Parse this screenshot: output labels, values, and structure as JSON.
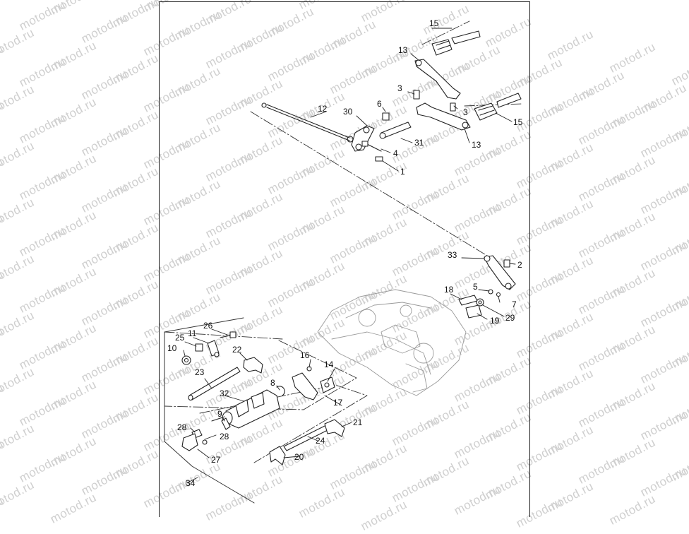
{
  "watermark": {
    "text": "motod.ru",
    "color": "#cfcfcf"
  },
  "frame": {
    "border_color": "#1b1b1b"
  },
  "callouts": [
    {
      "id": "c15a",
      "label": "15"
    },
    {
      "id": "c13a",
      "label": "13"
    },
    {
      "id": "c3a",
      "label": "3"
    },
    {
      "id": "c6",
      "label": "6"
    },
    {
      "id": "c12",
      "label": "12"
    },
    {
      "id": "c30",
      "label": "30"
    },
    {
      "id": "c3b",
      "label": "3"
    },
    {
      "id": "c15b",
      "label": "15"
    },
    {
      "id": "c31",
      "label": "31"
    },
    {
      "id": "c13b",
      "label": "13"
    },
    {
      "id": "c4",
      "label": "4"
    },
    {
      "id": "c1",
      "label": "1"
    },
    {
      "id": "c33",
      "label": "33"
    },
    {
      "id": "c2",
      "label": "2"
    },
    {
      "id": "c18",
      "label": "18"
    },
    {
      "id": "c5",
      "label": "5"
    },
    {
      "id": "c7",
      "label": "7"
    },
    {
      "id": "c19",
      "label": "19"
    },
    {
      "id": "c29",
      "label": "29"
    },
    {
      "id": "c26",
      "label": "26"
    },
    {
      "id": "c25",
      "label": "25"
    },
    {
      "id": "c11",
      "label": "11"
    },
    {
      "id": "c10",
      "label": "10"
    },
    {
      "id": "c22",
      "label": "22"
    },
    {
      "id": "c16",
      "label": "16"
    },
    {
      "id": "c14",
      "label": "14"
    },
    {
      "id": "c23",
      "label": "23"
    },
    {
      "id": "c8",
      "label": "8"
    },
    {
      "id": "c32",
      "label": "32"
    },
    {
      "id": "c17",
      "label": "17"
    },
    {
      "id": "c9",
      "label": "9"
    },
    {
      "id": "c21",
      "label": "21"
    },
    {
      "id": "c28a",
      "label": "28"
    },
    {
      "id": "c28b",
      "label": "28"
    },
    {
      "id": "c24",
      "label": "24"
    },
    {
      "id": "c20",
      "label": "20"
    },
    {
      "id": "c27",
      "label": "27"
    },
    {
      "id": "c34",
      "label": "34"
    }
  ]
}
